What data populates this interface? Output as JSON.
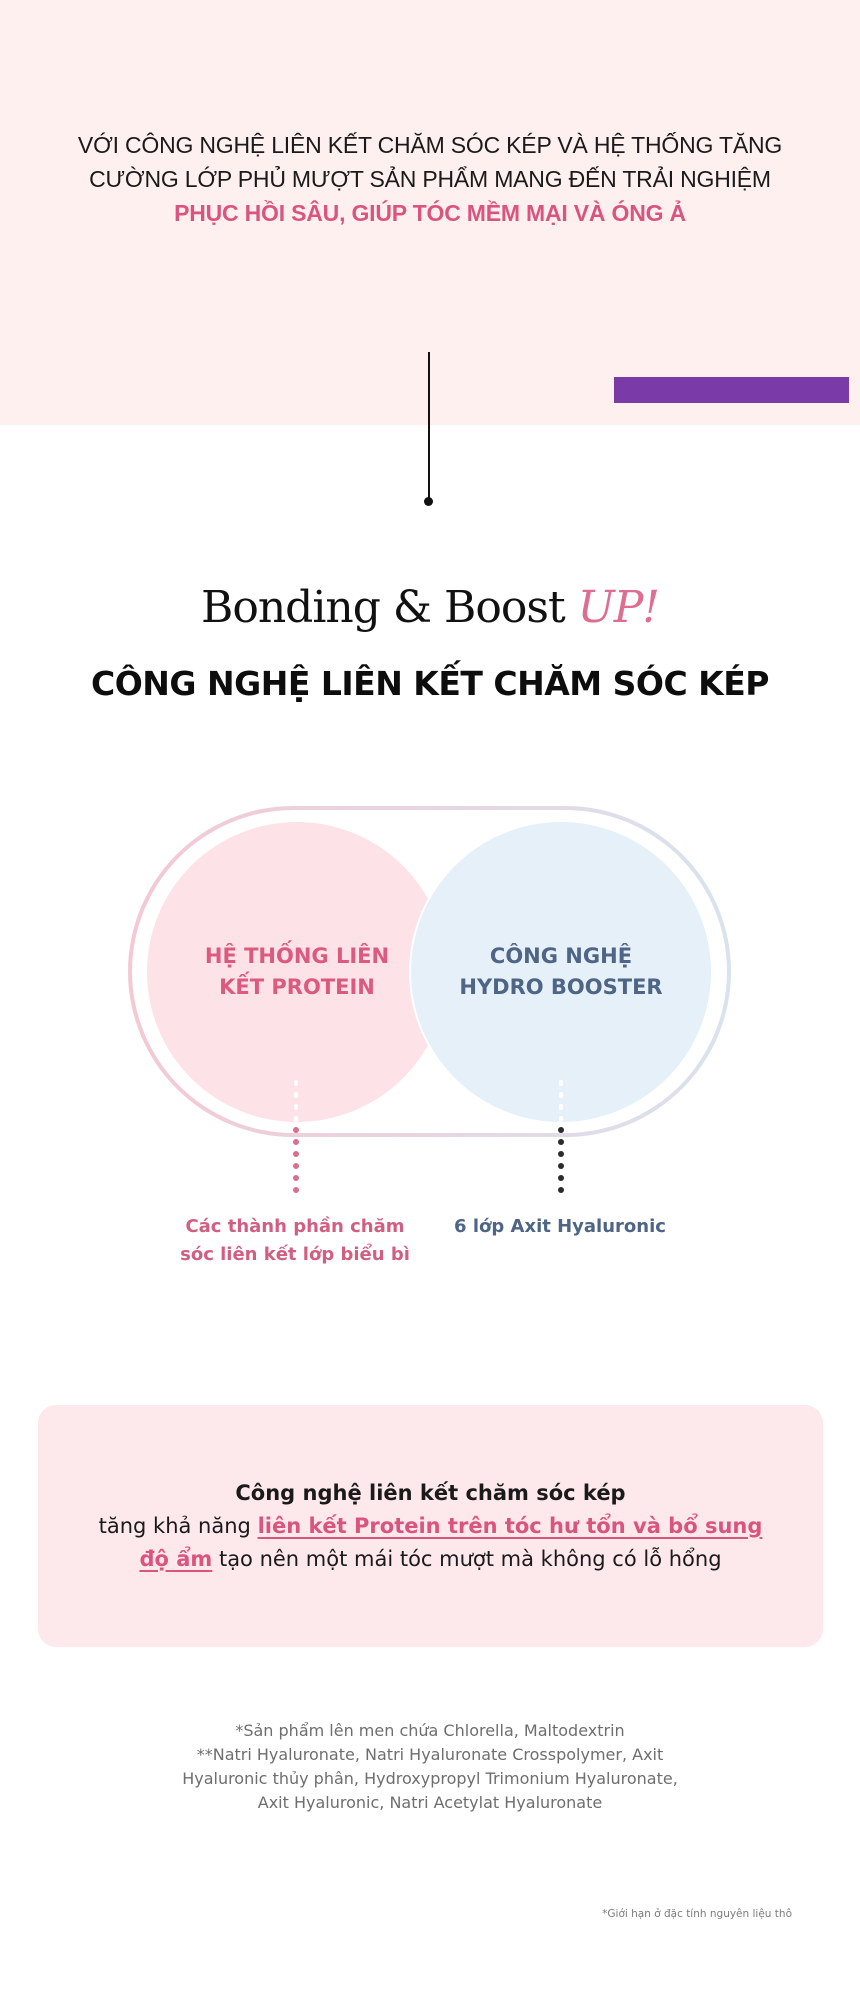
{
  "intro": {
    "line1": "VỚI CÔNG NGHỆ LIÊN KẾT CHĂM SÓC KÉP VÀ HỆ THỐNG TĂNG",
    "line2": "CƯỜNG LỚP PHỦ MƯỢT SẢN PHẨM MANG ĐẾN TRẢI NGHIỆM",
    "highlight": "PHỤC HỒI SÂU, GIÚP TÓC MỀM MẠI VÀ ÓNG Ả"
  },
  "brand": {
    "title_main": "Bonding & Boost ",
    "title_accent": "UP!"
  },
  "section": {
    "title": "CÔNG NGHỆ LIÊN KẾT CHĂM SÓC KÉP"
  },
  "diagram": {
    "left": {
      "label_line1": "HỆ THỐNG LIÊN",
      "label_line2": "KẾT PROTEIN",
      "caption_line1": "Các thành phần chăm",
      "caption_line2": "sóc liên kết lớp biểu bì"
    },
    "right": {
      "label_line1": "CÔNG NGHỆ",
      "label_line2": "HYDRO BOOSTER",
      "caption_line1": "6 lớp Axit Hyaluronic"
    }
  },
  "summary": {
    "title": "Công nghệ liên kết chăm sóc kép",
    "text_before": "tăng khả năng ",
    "highlight": "liên kết Protein trên tóc hư tổn và bổ sung độ ẩm",
    "text_after": " tạo nên một mái tóc mượt mà không có lỗ hổng"
  },
  "notes": {
    "line1": "*Sản phẩm lên men chứa Chlorella, Maltodextrin",
    "line2": "**Natri Hyaluronate, Natri Hyaluronate Crosspolymer, Axit",
    "line3": "Hyaluronic thủy phân, Hydroxypropyl Trimonium Hyaluronate,",
    "line4": "Axit Hyaluronic, Natri Acetylat Hyaluronate"
  },
  "disclaimer": "*Giới hạn ở đặc tính nguyên liệu thô",
  "colors": {
    "top_band": "#fff0f0",
    "accent_pink": "#d9557f",
    "purple_bar": "#7a3aa7",
    "left_circle": "#fde3e7",
    "right_circle": "#e6f0f8",
    "right_text": "#4e6585",
    "summary_box": "#fde8ec"
  }
}
